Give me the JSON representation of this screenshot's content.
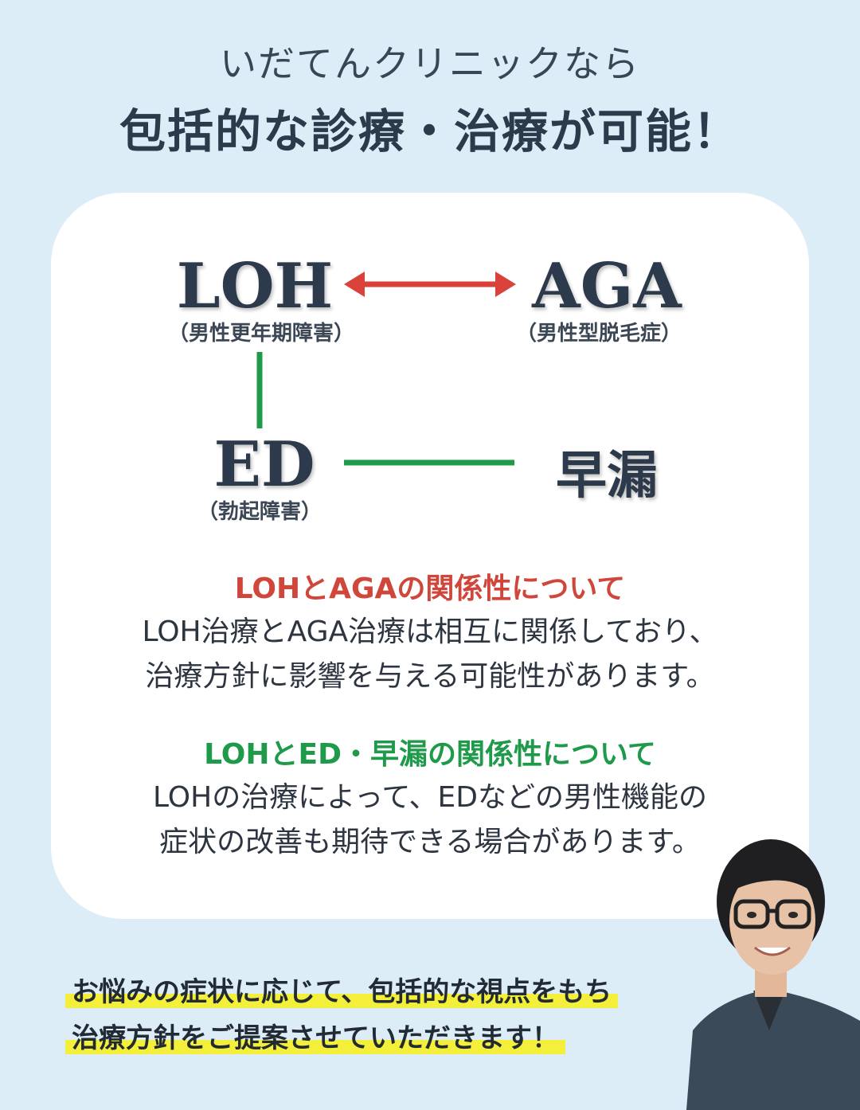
{
  "header": {
    "subtitle": "いだてんクリニックなら",
    "title": "包括的な診療・治療が可能！"
  },
  "diagram": {
    "loh": {
      "title": "LOH",
      "sub": "（男性更年期障害）"
    },
    "aga": {
      "title": "AGA",
      "sub": "（男性型脱毛症）"
    },
    "ed": {
      "title": "ED",
      "sub": "（勃起障害）"
    },
    "soro": {
      "title": "早漏"
    },
    "colors": {
      "red_arrow": "#d9413a",
      "green_line": "#1e9a4a"
    }
  },
  "section_aga": {
    "heading": "LOHとAGAの関係性について",
    "line1": "LOH治療とAGA治療は相互に関係しており、",
    "line2": "治療方針に影響を与える可能性があります。",
    "color": "#d0463b"
  },
  "section_ed": {
    "heading": "LOHとED・早漏の関係性について",
    "line1": "LOHの治療によって、EDなどの男性機能の",
    "line2": "症状の改善も期待できる場合があります。",
    "color": "#1e9a4a"
  },
  "bottom": {
    "line1": "お悩みの症状に応じて、包括的な視点をもち",
    "line2": "治療方針をご提案させていただきます！",
    "highlight_color": "#f4ef3a"
  }
}
